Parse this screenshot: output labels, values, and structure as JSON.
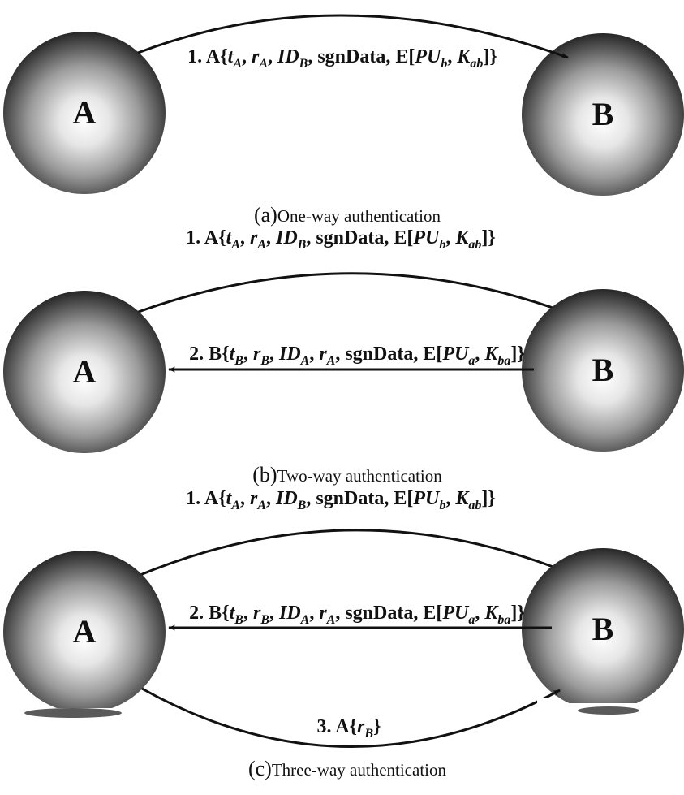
{
  "diagram": {
    "node_a_label": "A",
    "node_b_label": "B",
    "panels": [
      {
        "tag": "(a)",
        "caption": "One-way authentication",
        "messages": [
          {
            "direction": "A-to-B",
            "parts": [
              {
                "t": "1. A{",
                "i": false
              },
              {
                "t": "t",
                "i": true
              },
              {
                "t": "A",
                "i": true,
                "sub": true
              },
              {
                "t": ", ",
                "i": false
              },
              {
                "t": "r",
                "i": true
              },
              {
                "t": "A",
                "i": true,
                "sub": true
              },
              {
                "t": ", ",
                "i": false
              },
              {
                "t": "ID",
                "i": true
              },
              {
                "t": "B",
                "i": true,
                "sub": true
              },
              {
                "t": ", sgnData, E[",
                "i": false
              },
              {
                "t": "PU",
                "i": true
              },
              {
                "t": "b",
                "i": true,
                "sub": true
              },
              {
                "t": ", ",
                "i": false
              },
              {
                "t": "K",
                "i": true
              },
              {
                "t": "ab",
                "i": true,
                "sub": true
              },
              {
                "t": "]}",
                "i": false
              }
            ]
          }
        ]
      },
      {
        "tag": "(b)",
        "caption": "Two-way authentication",
        "messages": [
          {
            "direction": "A-to-B",
            "parts": [
              {
                "t": "1. A{",
                "i": false
              },
              {
                "t": "t",
                "i": true
              },
              {
                "t": "A",
                "i": true,
                "sub": true
              },
              {
                "t": ", ",
                "i": false
              },
              {
                "t": "r",
                "i": true
              },
              {
                "t": "A",
                "i": true,
                "sub": true
              },
              {
                "t": ", ",
                "i": false
              },
              {
                "t": "ID",
                "i": true
              },
              {
                "t": "B",
                "i": true,
                "sub": true
              },
              {
                "t": ", sgnData, E[",
                "i": false
              },
              {
                "t": "PU",
                "i": true
              },
              {
                "t": "b",
                "i": true,
                "sub": true
              },
              {
                "t": ", ",
                "i": false
              },
              {
                "t": "K",
                "i": true
              },
              {
                "t": "ab",
                "i": true,
                "sub": true
              },
              {
                "t": "]}",
                "i": false
              }
            ]
          },
          {
            "direction": "B-to-A",
            "parts": [
              {
                "t": "2. B{",
                "i": false
              },
              {
                "t": "t",
                "i": true
              },
              {
                "t": "B",
                "i": true,
                "sub": true
              },
              {
                "t": ", ",
                "i": false
              },
              {
                "t": "r",
                "i": true
              },
              {
                "t": "B",
                "i": true,
                "sub": true
              },
              {
                "t": ", ",
                "i": false
              },
              {
                "t": "ID",
                "i": true
              },
              {
                "t": "A",
                "i": true,
                "sub": true
              },
              {
                "t": ", ",
                "i": false
              },
              {
                "t": "r",
                "i": true
              },
              {
                "t": "A",
                "i": true,
                "sub": true
              },
              {
                "t": ", sgnData, E[",
                "i": false
              },
              {
                "t": "PU",
                "i": true
              },
              {
                "t": "a",
                "i": true,
                "sub": true
              },
              {
                "t": ", ",
                "i": false
              },
              {
                "t": "K",
                "i": true
              },
              {
                "t": "ba",
                "i": true,
                "sub": true
              },
              {
                "t": "]}",
                "i": false
              }
            ]
          }
        ]
      },
      {
        "tag": "(c)",
        "caption": "Three-way authentication",
        "messages": [
          {
            "direction": "A-to-B",
            "parts": [
              {
                "t": "1. A{",
                "i": false
              },
              {
                "t": "t",
                "i": true
              },
              {
                "t": "A",
                "i": true,
                "sub": true
              },
              {
                "t": ", ",
                "i": false
              },
              {
                "t": "r",
                "i": true
              },
              {
                "t": "A",
                "i": true,
                "sub": true
              },
              {
                "t": ", ",
                "i": false
              },
              {
                "t": "ID",
                "i": true
              },
              {
                "t": "B",
                "i": true,
                "sub": true
              },
              {
                "t": ", sgnData, E[",
                "i": false
              },
              {
                "t": "PU",
                "i": true
              },
              {
                "t": "b",
                "i": true,
                "sub": true
              },
              {
                "t": ", ",
                "i": false
              },
              {
                "t": "K",
                "i": true
              },
              {
                "t": "ab",
                "i": true,
                "sub": true
              },
              {
                "t": "]}",
                "i": false
              }
            ]
          },
          {
            "direction": "B-to-A",
            "parts": [
              {
                "t": "2. B{",
                "i": false
              },
              {
                "t": "t",
                "i": true
              },
              {
                "t": "B",
                "i": true,
                "sub": true
              },
              {
                "t": ", ",
                "i": false
              },
              {
                "t": "r",
                "i": true
              },
              {
                "t": "B",
                "i": true,
                "sub": true
              },
              {
                "t": ", ",
                "i": false
              },
              {
                "t": "ID",
                "i": true
              },
              {
                "t": "A",
                "i": true,
                "sub": true
              },
              {
                "t": ", ",
                "i": false
              },
              {
                "t": "r",
                "i": true
              },
              {
                "t": "A",
                "i": true,
                "sub": true
              },
              {
                "t": ", sgnData, E[",
                "i": false
              },
              {
                "t": "PU",
                "i": true
              },
              {
                "t": "a",
                "i": true,
                "sub": true
              },
              {
                "t": ", ",
                "i": false
              },
              {
                "t": "K",
                "i": true
              },
              {
                "t": "ba",
                "i": true,
                "sub": true
              },
              {
                "t": "]}",
                "i": false
              }
            ]
          },
          {
            "direction": "A-to-B",
            "parts": [
              {
                "t": "3. A{",
                "i": false
              },
              {
                "t": "r",
                "i": true
              },
              {
                "t": "B",
                "i": true,
                "sub": true
              },
              {
                "t": "}",
                "i": false
              }
            ]
          }
        ]
      }
    ]
  }
}
